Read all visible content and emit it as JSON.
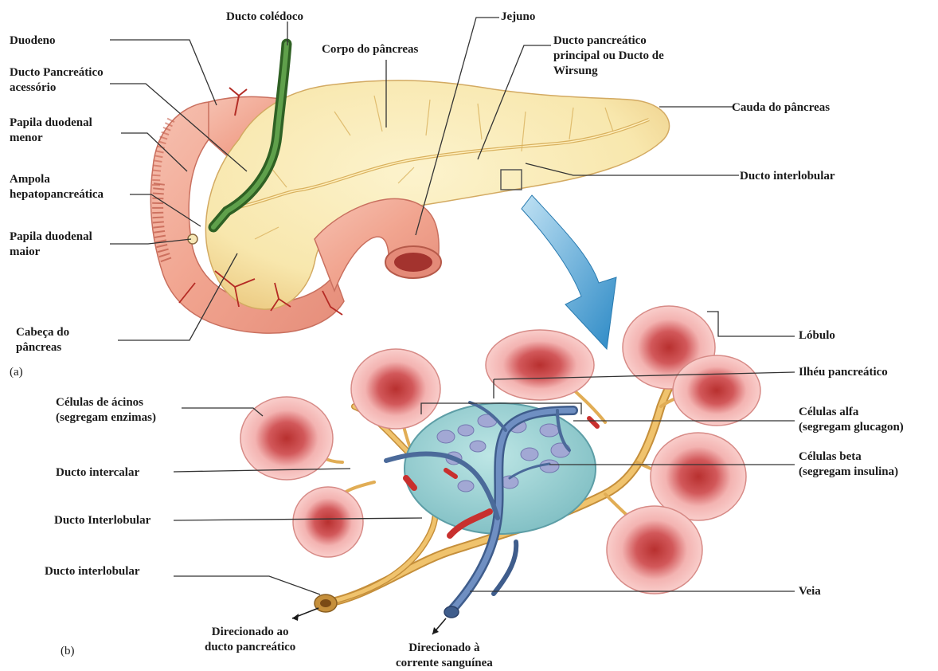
{
  "figure": {
    "part_a_marker": "(a)",
    "part_b_marker": "(b)"
  },
  "labels_a": {
    "ducto_coledoco": "Ducto colédoco",
    "jejuno": "Jejuno",
    "duodeno": "Duodeno",
    "ducto_pancreatico_acessorio": "Ducto Pancreático\nacessório",
    "corpo_do_pancreas": "Corpo do pâncreas",
    "ducto_pancreatico_principal": "Ducto pancreático\nprincipal ou Ducto de\nWirsung",
    "papila_duodenal_menor": "Papila duodenal\nmenor",
    "cauda_do_pancreas": "Cauda do pâncreas",
    "ducto_interlobular_a": "Ducto interlobular",
    "ampola_hepatopancreatica": "Ampola\nhepatopancreática",
    "papila_duodenal_maior": "Papila duodenal\nmaior",
    "cabeca_do_pancreas": "Cabeça do\npâncreas"
  },
  "labels_b": {
    "lobulo": "Lóbulo",
    "ilheu_pancreatico": "Ilhéu pancreático",
    "celulas_de_acinos": "Células de ácinos\n(segregam enzimas)",
    "celulas_alfa": "Células alfa\n(segregam glucagon)",
    "ducto_intercalar": "Ducto intercalar",
    "celulas_beta": "Células beta\n(segregam insulina)",
    "ducto_interlobular_upper": "Ducto Interlobular",
    "ducto_interlobular_lower": "Ducto interlobular",
    "veia": "Veia",
    "direcionado_ducto": "Direcionado ao\nducto pancreático",
    "direcionado_corrente": "Direcionado à\ncorrente sanguínea"
  },
  "colors": {
    "pancreas": "#f8e9b4",
    "duodenum": "#f1a895",
    "bile_duct": "#3f7a33",
    "islet": "#9fd3d6",
    "arrow": "#3f9bd0",
    "vein": "#4c6c9c",
    "artery": "#c8302e",
    "duct": "#e9b75a"
  }
}
